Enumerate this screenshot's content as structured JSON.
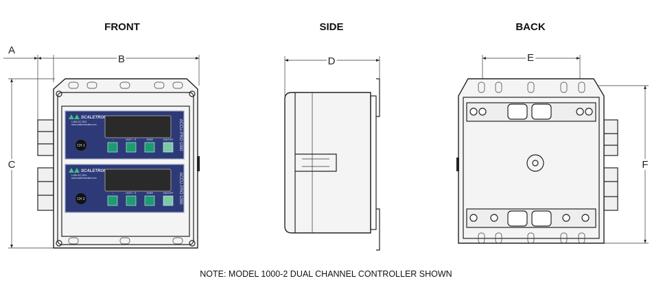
{
  "headings": {
    "front": "FRONT",
    "side": "SIDE",
    "back": "BACK"
  },
  "dimensions": {
    "a": "A",
    "b": "B",
    "c": "C",
    "d": "D",
    "e": "E",
    "f": "F"
  },
  "note": "NOTE: MODEL 1000-2 DUAL CHANNEL CONTROLLER SHOWN",
  "panels": [
    {
      "brand": "SCALETRON",
      "phone": "1-800-317-2811",
      "web": "www.scaletronscales.com",
      "channel": "CH 1",
      "model": "ACCU-PRO 1000",
      "buttons": [
        "→",
        "UNIT / ⇕",
        "TARE",
        "ON/OFF"
      ]
    },
    {
      "brand": "SCALETRON",
      "phone": "1-800-317-2811",
      "web": "www.scaletronscales.com",
      "channel": "CH 2",
      "model": "ACCU-PRO 1000",
      "buttons": [
        "→",
        "UNIT / ⇕",
        "TARE",
        "ON/OFF"
      ]
    }
  ],
  "colors": {
    "panel": "#2e3a78",
    "button": "#1f9a72",
    "button_onoff": "#7cc7a8",
    "display": "#2a2a2a"
  }
}
